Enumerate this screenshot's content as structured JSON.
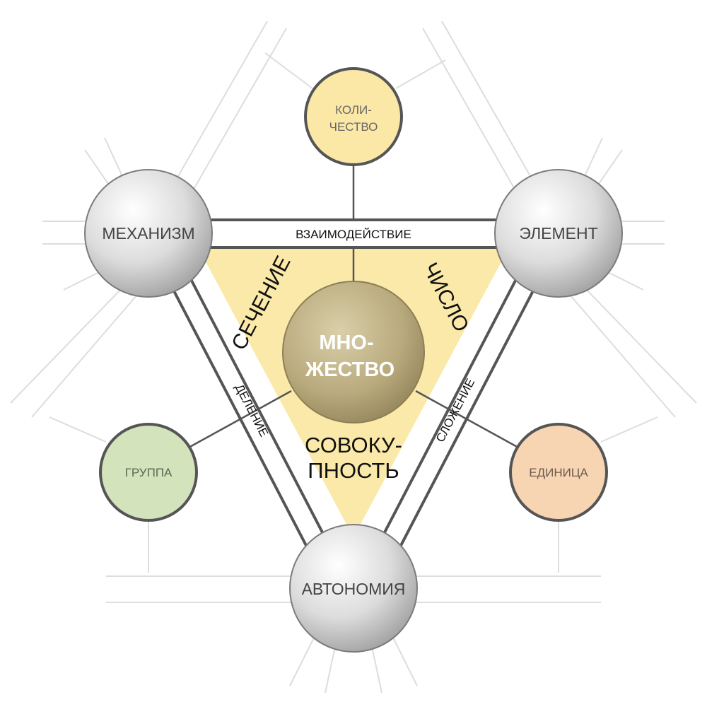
{
  "nodes": {
    "top": {
      "line1": "КОЛИ-",
      "line2": "ЧЕСТВО"
    },
    "left": {
      "label": "МЕХАНИЗМ"
    },
    "right": {
      "label": "ЭЛЕМЕНТ"
    },
    "bottom": {
      "label": "АВТОНОМИЯ"
    },
    "group": {
      "label": "ГРУППА"
    },
    "unit": {
      "label": "ЕДИНИЦА"
    },
    "center": {
      "line1": "МНО-",
      "line2": "ЖЕСТВО"
    }
  },
  "edges": {
    "top": "ВЗАИМОДЕЙСТВИЕ",
    "left": "ДЕЛЕНИЕ",
    "right": "СЛОЖЕНИЕ"
  },
  "faces": {
    "left": "СЕЧЕНИЕ",
    "right": "ЧИСЛО",
    "bottom": {
      "line1": "СОВОКУ-",
      "line2": "ПНОСТЬ"
    }
  },
  "colors": {
    "triangle_fill": "#fbe9a9",
    "sphere_grey": "#c9c9c9",
    "sphere_center": "#b5a57a",
    "node_yellow": "#fbe8a6",
    "node_green": "#d3e3bb",
    "node_orange": "#f8d5b2",
    "outline": "#555555"
  }
}
